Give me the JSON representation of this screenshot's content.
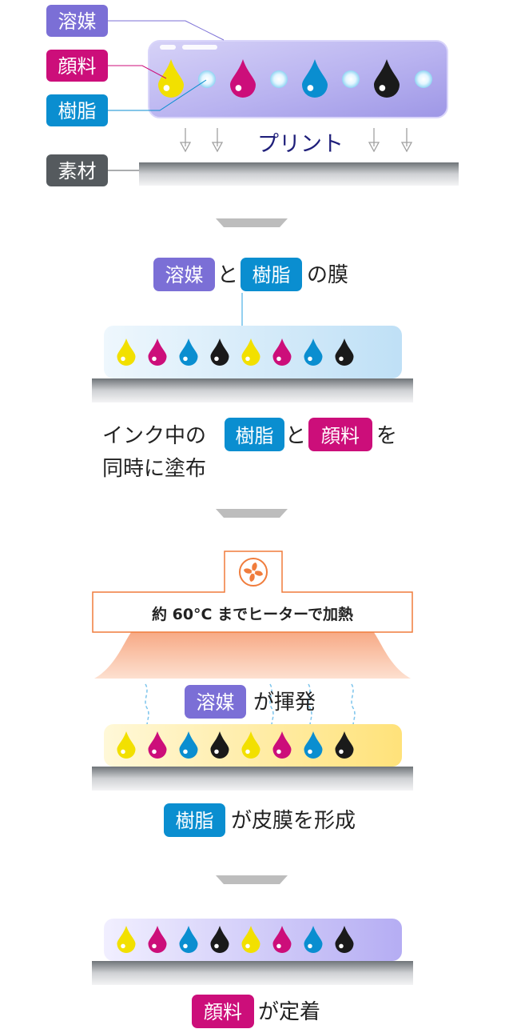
{
  "colors": {
    "solvent": "#7b6fd6",
    "pigment": "#cc0e7a",
    "resin": "#0a8ed0",
    "material": "#555a5e",
    "yellow": "#f2e000",
    "magenta": "#cc0e7a",
    "cyan": "#0a8ed0",
    "black": "#1a1a1a",
    "heater_orange": "#f07c3c",
    "arrow": "#a0a0a0"
  },
  "labels": {
    "solvent": "溶媒",
    "pigment": "顔料",
    "resin": "樹脂",
    "material": "素材",
    "print": "プリント"
  },
  "step1": {
    "tag_solvent": "溶媒",
    "particle": "と",
    "tag_resin": "樹脂",
    "suffix": "の膜",
    "caption_line1_prefix": "インク中の",
    "caption_tag_resin": "樹脂",
    "caption_particle": "と",
    "caption_tag_pigment": "顔料",
    "caption_line1_suffix": "を",
    "caption_line2": "同時に塗布"
  },
  "step2": {
    "heater_label": "約 60°C までヒーターで加熱",
    "fan_icon": "fan-icon",
    "tag_solvent": "溶媒",
    "suffix": "が揮発",
    "caption_tag_resin": "樹脂",
    "caption_suffix": "が皮膜を形成"
  },
  "step3": {
    "caption_tag_pigment": "顔料",
    "caption_suffix": "が定着"
  },
  "drop_sequence": [
    "yellow",
    "magenta",
    "cyan",
    "black",
    "yellow",
    "magenta",
    "cyan",
    "black"
  ]
}
